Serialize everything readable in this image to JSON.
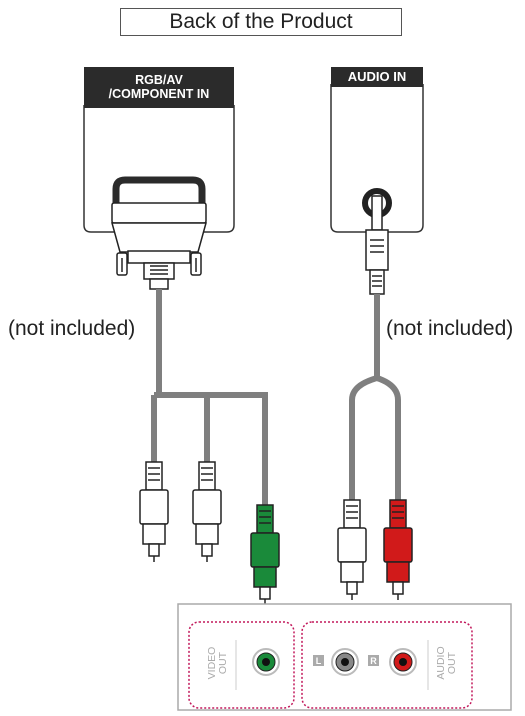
{
  "diagram": {
    "title": "Back of the Product",
    "rgb_panel_label_line1": "RGB/AV",
    "rgb_panel_label_line2": "/COMPONENT IN",
    "audio_panel_label": "AUDIO IN",
    "cable_note_left": "(not included)",
    "cable_note_right": "(not included)",
    "device_video_label_1": "VIDEO",
    "device_video_label_2": "OUT",
    "device_audio_label_1": "AUDIO",
    "device_audio_label_2": "OUT",
    "channel_left": "L",
    "channel_right": "R"
  },
  "colors": {
    "cable": "#7f7f7f",
    "green_plug": "#1a8a3a",
    "red_plug": "#d11a1a",
    "panel_header": "#2b2b2b",
    "dotted_border": "#c2185b"
  }
}
